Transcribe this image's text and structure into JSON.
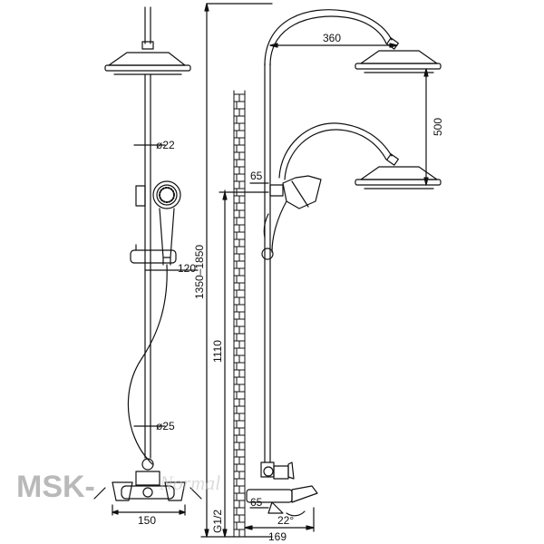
{
  "dimensions": {
    "d_upper": "ø22",
    "d_lower": "ø25",
    "holder_offset": "120",
    "centers": "150",
    "height_range": "1350–1850",
    "mixer_height": "1110",
    "pipe_thread": "G1/2",
    "arm_reach": "360",
    "head_drop": "500",
    "handshower_offset": "65",
    "spout_offset": "65",
    "spout_reach": "169",
    "spout_angle": "22°"
  },
  "watermark": {
    "brand": "MSK-",
    "script": "Normal"
  },
  "colors": {
    "line": "#111111",
    "watermark": "#b9b9b9"
  }
}
